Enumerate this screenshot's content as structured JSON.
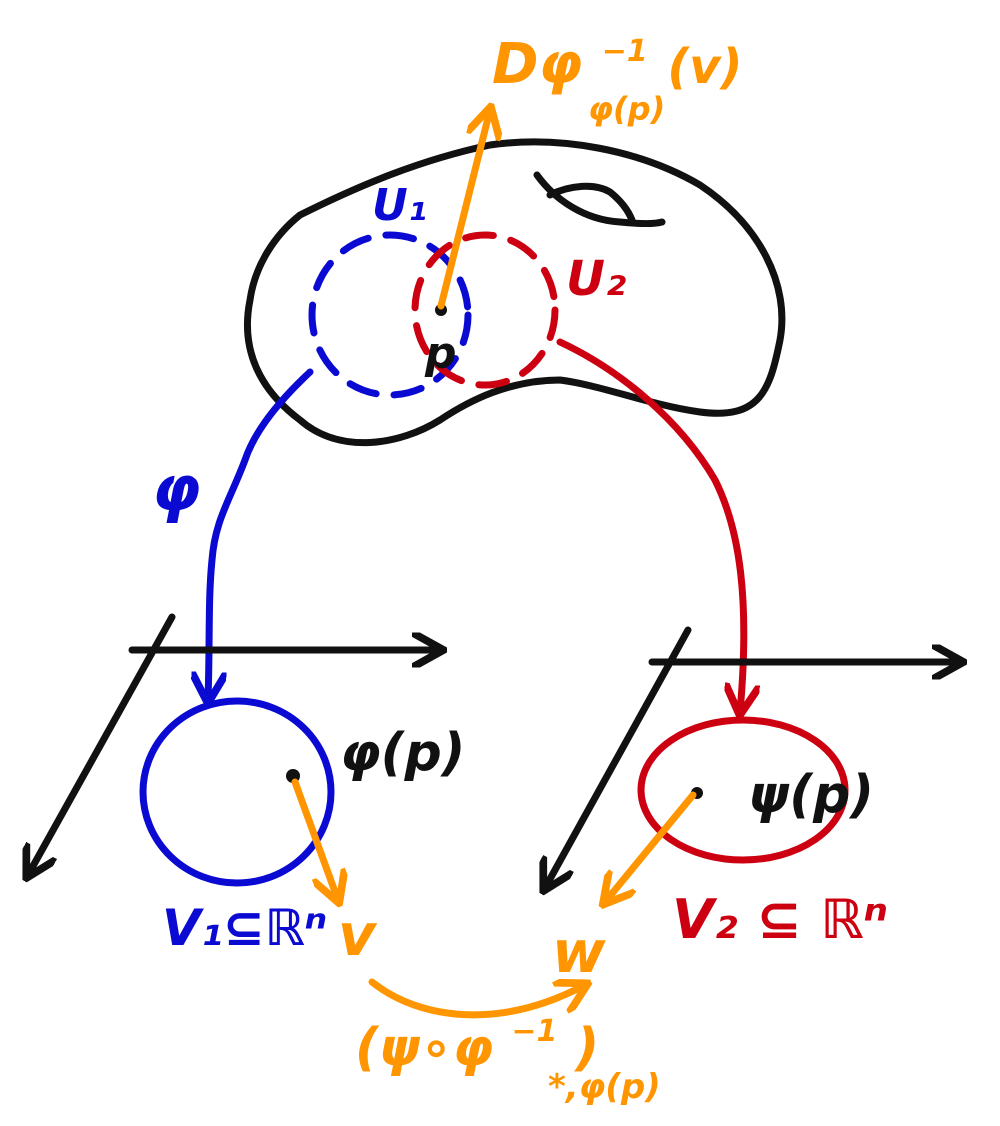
{
  "colors": {
    "ink": "#111111",
    "chart_phi": "#0a0ad2",
    "chart_psi": "#cc0010",
    "tangent": "#ff9500",
    "background": "#ffffff"
  },
  "labels": {
    "pushforward_top_main": "Dφ",
    "pushforward_top_sup": "−1",
    "pushforward_top_arg": "(v)",
    "pushforward_top_sub": "φ(p)",
    "U1": "U₁",
    "U2": "U₂",
    "p": "p",
    "phi": "φ",
    "phi_p": "φ(p)",
    "psi_p": "ψ(p)",
    "V1": "V₁⊆ℝⁿ",
    "V2": "V₂ ⊆ ℝⁿ",
    "v": "v",
    "w": "w",
    "transition_main": "(ψ∘φ",
    "transition_sup": "−1",
    "transition_close": ")",
    "transition_sub": "*,φ(p)"
  },
  "icons": {
    "manifold": "blob-with-handle",
    "axes": "3d-coordinate-axes"
  }
}
